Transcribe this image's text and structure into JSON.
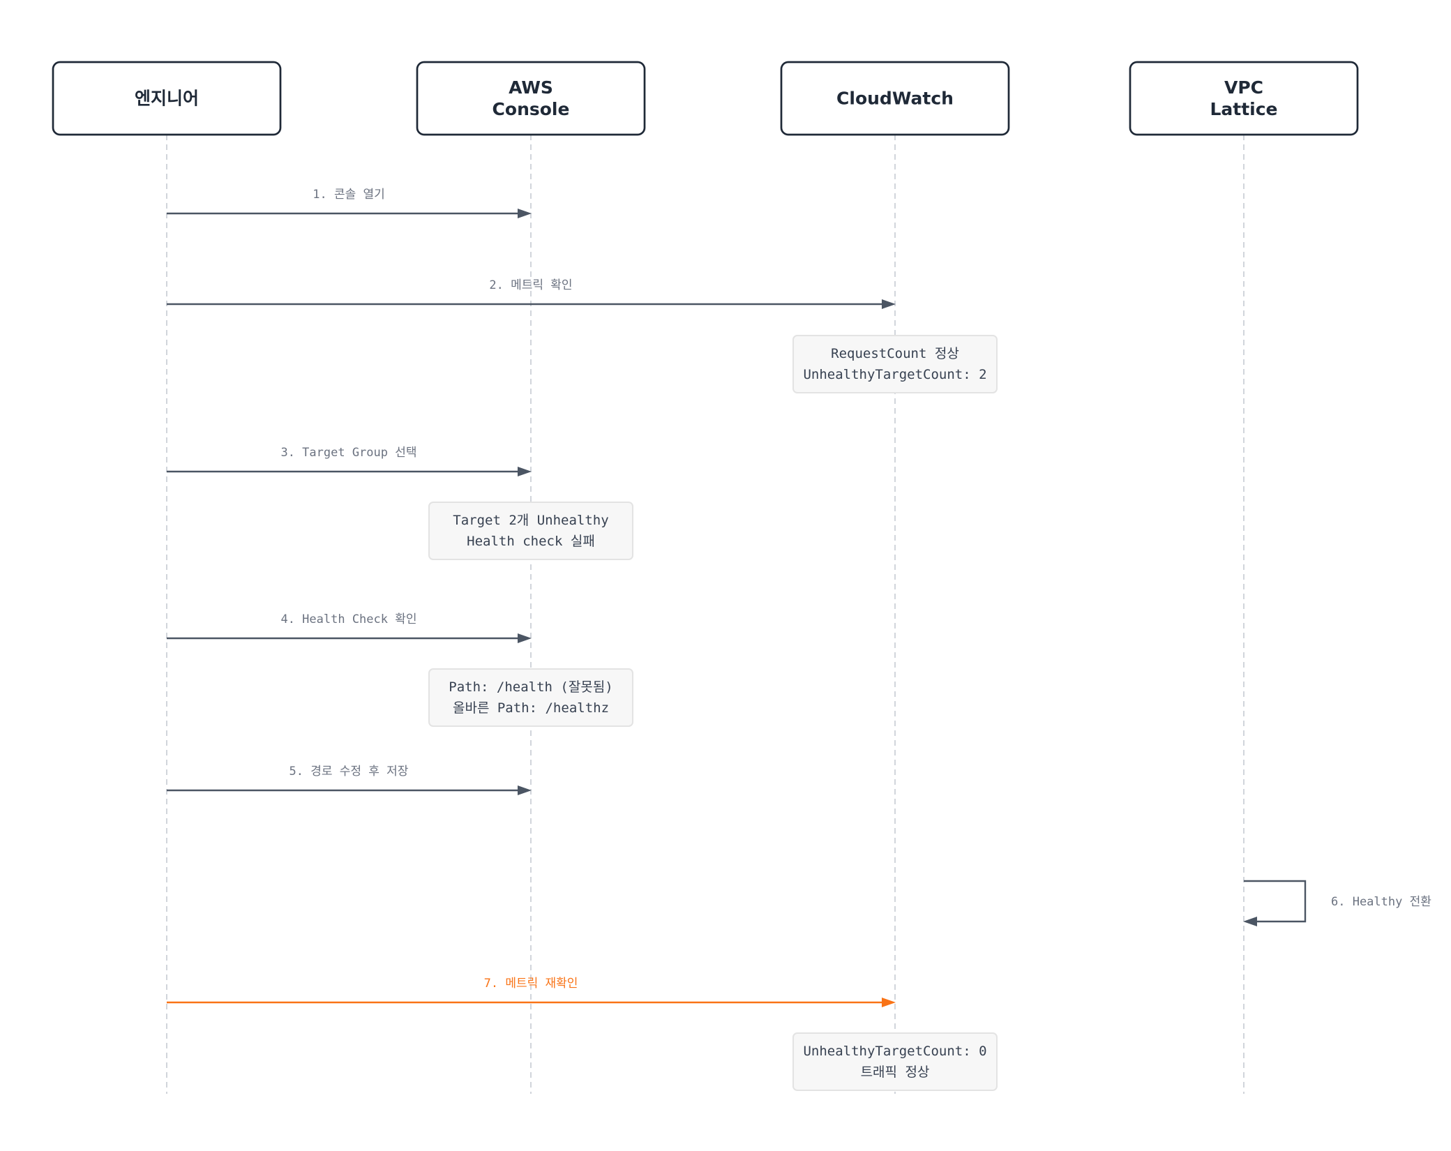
{
  "diagram": {
    "type": "sequence",
    "actors": [
      {
        "id": "engineer",
        "lines": [
          "엔지니어"
        ]
      },
      {
        "id": "console",
        "lines": [
          "AWS",
          "Console"
        ]
      },
      {
        "id": "cloudwatch",
        "lines": [
          "CloudWatch"
        ]
      },
      {
        "id": "lattice",
        "lines": [
          "VPC",
          "Lattice"
        ]
      }
    ],
    "steps": [
      {
        "kind": "message",
        "from": "engineer",
        "to": "console",
        "label": "1. 콘솔 열기"
      },
      {
        "kind": "message",
        "from": "engineer",
        "to": "cloudwatch",
        "label": "2. 메트릭 확인"
      },
      {
        "kind": "note",
        "over": "cloudwatch",
        "lines": [
          "RequestCount 정상",
          "UnhealthyTargetCount: 2"
        ]
      },
      {
        "kind": "message",
        "from": "engineer",
        "to": "console",
        "label": "3. Target Group 선택"
      },
      {
        "kind": "note",
        "over": "console",
        "lines": [
          "Target 2개 Unhealthy",
          "Health check 실패"
        ]
      },
      {
        "kind": "message",
        "from": "engineer",
        "to": "console",
        "label": "4. Health Check 확인"
      },
      {
        "kind": "note",
        "over": "console",
        "lines": [
          "Path: /health (잘못됨)",
          "올바른 Path: /healthz"
        ]
      },
      {
        "kind": "message",
        "from": "engineer",
        "to": "console",
        "label": "5. 경로 수정 후 저장"
      },
      {
        "kind": "self",
        "actor": "lattice",
        "label": "6. Healthy 전환"
      },
      {
        "kind": "message",
        "from": "engineer",
        "to": "cloudwatch",
        "label": "7. 메트릭 재확인",
        "highlight": true
      },
      {
        "kind": "note",
        "over": "cloudwatch",
        "lines": [
          "UnhealthyTargetCount: 0",
          "트래픽 정상"
        ]
      }
    ],
    "colors": {
      "line": "#4b5563",
      "highlight": "#f97316",
      "lifeline": "#d1d5db",
      "note_bg": "#f7f7f7"
    }
  }
}
